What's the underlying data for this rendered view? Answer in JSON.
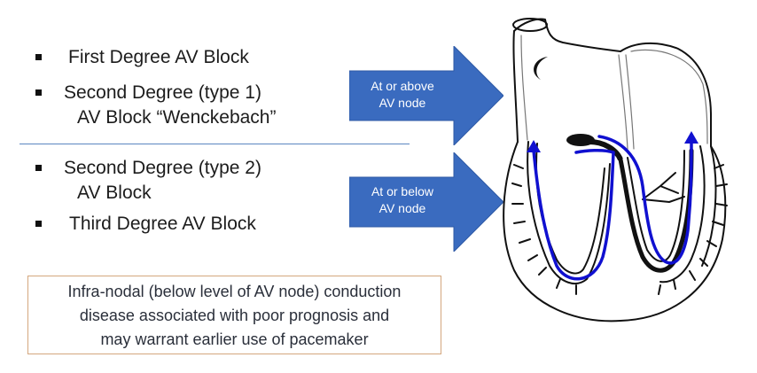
{
  "upper_group": {
    "items": [
      {
        "lines": [
          "First Degree AV Block"
        ]
      },
      {
        "lines": [
          "Second Degree (type 1)",
          "AV Block “Wenckebach”"
        ]
      }
    ]
  },
  "lower_group": {
    "items": [
      {
        "lines": [
          "Second Degree (type 2)",
          "AV Block"
        ]
      },
      {
        "lines": [
          "Third Degree AV Block"
        ]
      }
    ]
  },
  "arrows": [
    {
      "lines": [
        "At or above",
        "AV node"
      ]
    },
    {
      "lines": [
        "At or below",
        "AV node"
      ]
    }
  ],
  "note": {
    "lines": [
      "Infra-nodal (below level of AV node) conduction",
      "disease associated with poor prognosis and",
      "may warrant earlier use of pacemaker"
    ]
  },
  "colors": {
    "arrow_fill": "#3a6bbf",
    "divider": "#5b87c0",
    "note_border": "#d4a77e",
    "conduction_path": "#1010d0"
  },
  "diagram": {
    "subject": "heart cross-section with conduction system"
  }
}
